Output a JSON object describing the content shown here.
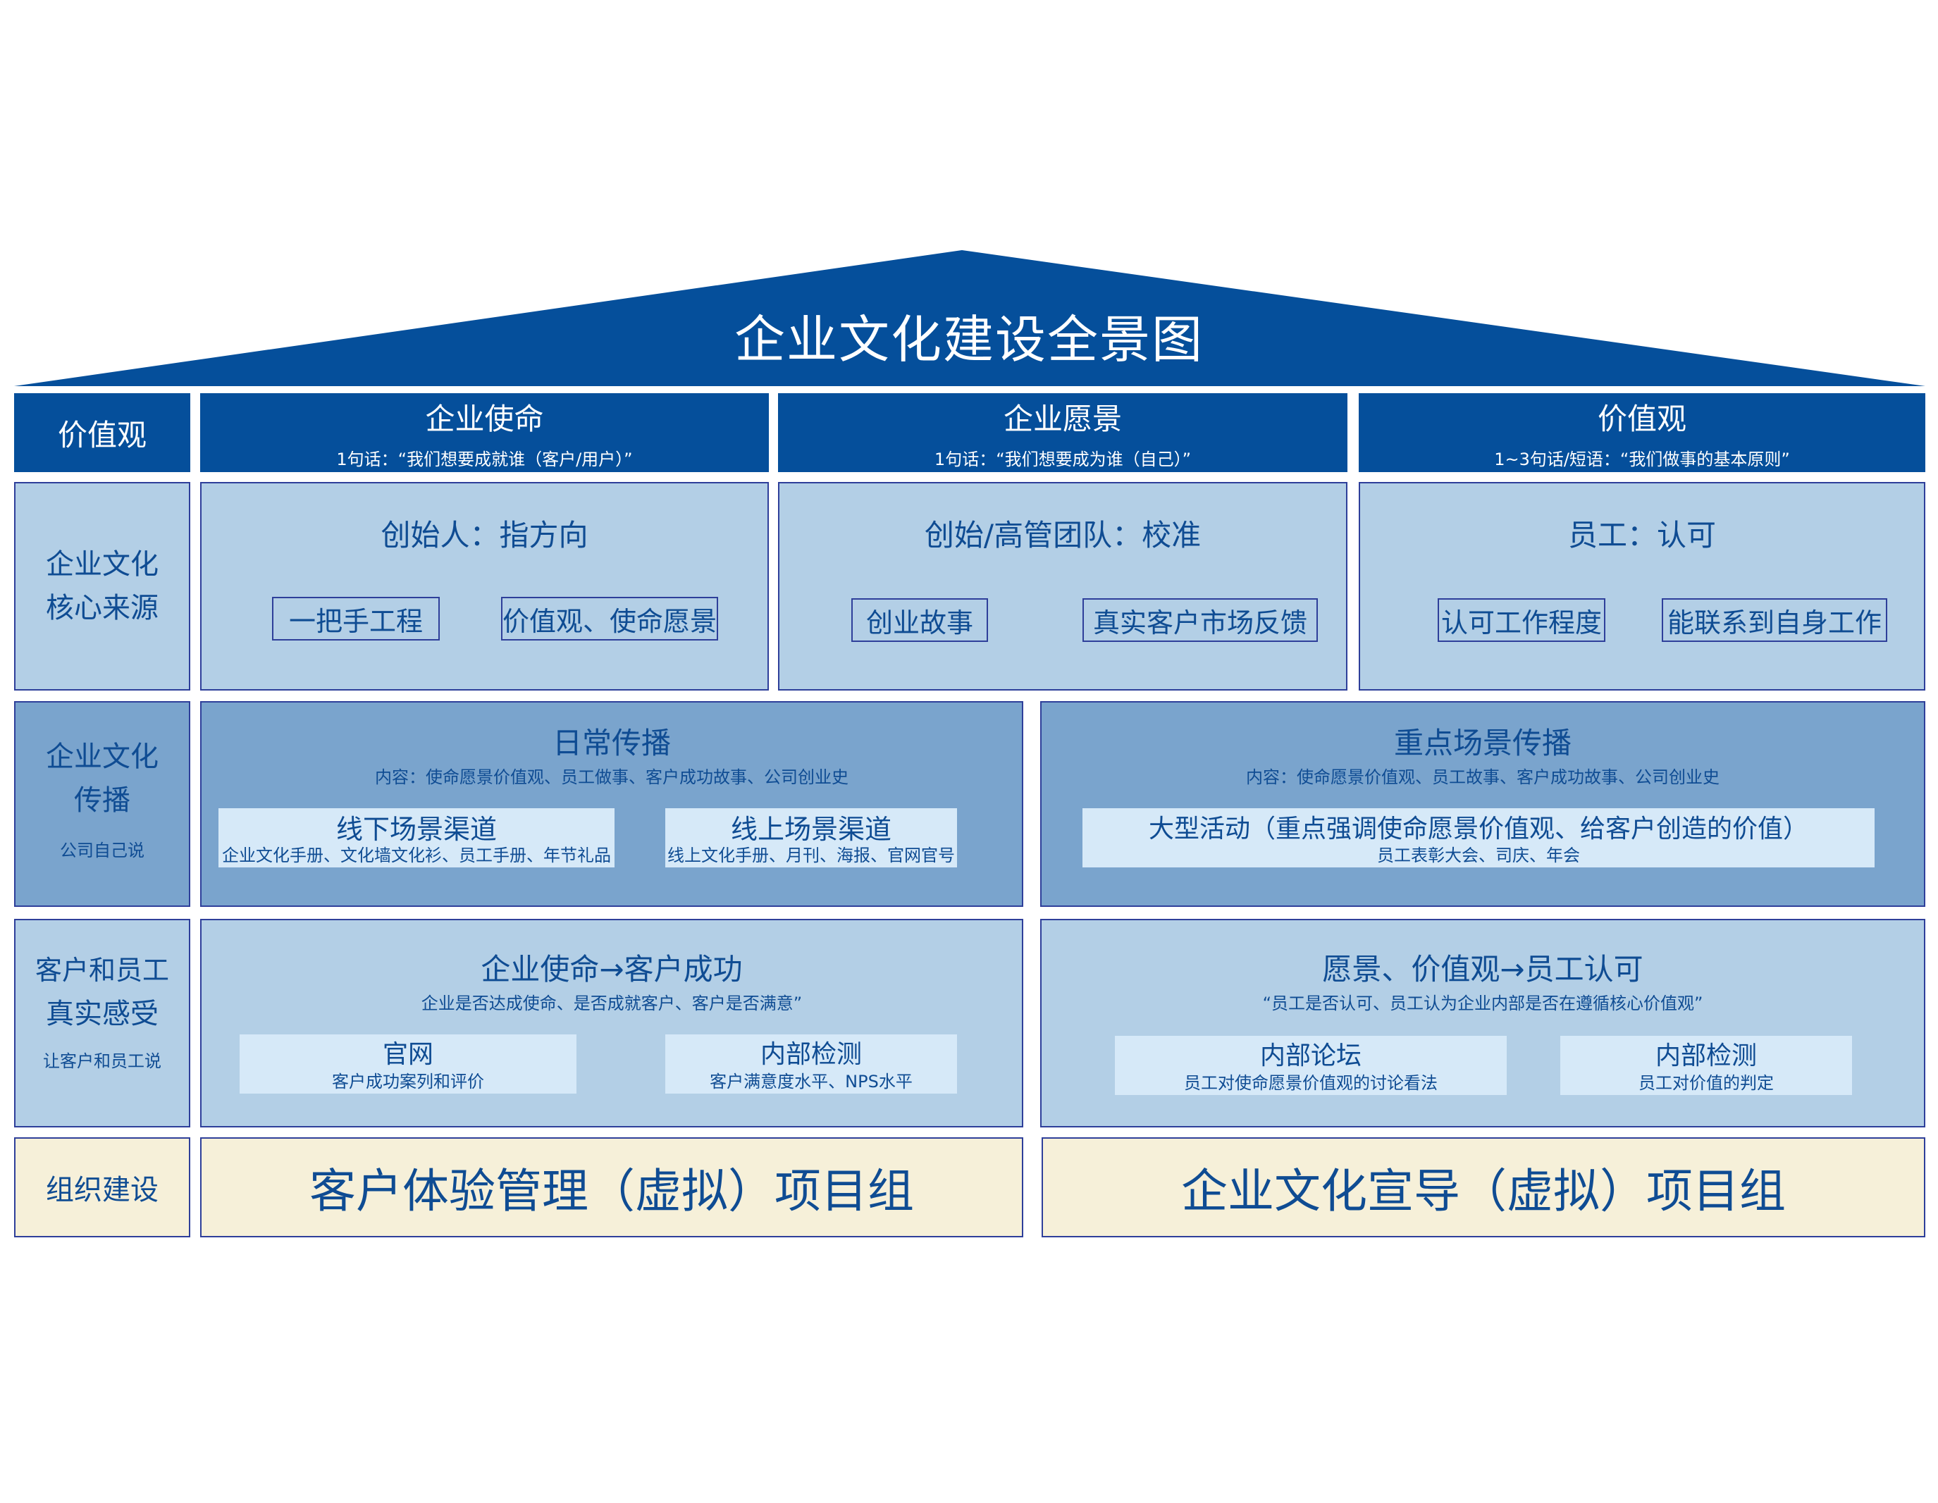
{
  "title": "企业文化建设全景图",
  "rows": {
    "values": {
      "label": "价值观",
      "cells": [
        {
          "title": "企业使命",
          "sub": "1句话：“我们想要成就谁（客户/用户）”"
        },
        {
          "title": "企业愿景",
          "sub": "1句话：“我们想要成为谁（自己）”"
        },
        {
          "title": "价值观",
          "sub": "1~3句话/短语：“我们做事的基本原则”"
        }
      ]
    },
    "sources": {
      "label_line1": "企业文化",
      "label_line2": "核心来源",
      "cells": [
        {
          "title": "创始人：指方向",
          "tags": [
            "一把手工程",
            "价值观、使命愿景"
          ]
        },
        {
          "title": "创始/高管团队：校准",
          "tags": [
            "创业故事",
            "真实客户市场反馈"
          ]
        },
        {
          "title": "员工：认可",
          "tags": [
            "认可工作程度",
            "能联系到自身工作"
          ]
        }
      ]
    },
    "spread": {
      "label_line1": "企业文化",
      "label_line2": "传播",
      "label_note": "公司自己说",
      "cells": [
        {
          "title": "日常传播",
          "sub": "内容：使命愿景价值观、员工做事、客户成功故事、公司创业史",
          "boxes": [
            {
              "title": "线下场景渠道",
              "sub": "企业文化手册、文化墙文化衫、员工手册、年节礼品"
            },
            {
              "title": "线上场景渠道",
              "sub": "线上文化手册、月刊、海报、官网官号"
            }
          ]
        },
        {
          "title": "重点场景传播",
          "sub": "内容：使命愿景价值观、员工故事、客户成功故事、公司创业史",
          "boxes": [
            {
              "title": "大型活动（重点强调使命愿景价值观、给客户创造的价值）",
              "sub": "员工表彰大会、司庆、年会"
            }
          ]
        }
      ]
    },
    "feel": {
      "label_line1": "客户和员工",
      "label_line2": "真实感受",
      "label_note": "让客户和员工说",
      "cells": [
        {
          "title": "企业使命→客户成功",
          "sub": "企业是否达成使命、是否成就客户、客户是否满意”",
          "boxes": [
            {
              "title": "官网",
              "sub": "客户成功案列和评价"
            },
            {
              "title": "内部检测",
              "sub": "客户满意度水平、NPS水平"
            }
          ]
        },
        {
          "title": "愿景、价值观→员工认可",
          "sub": "“员工是否认可、员工认为企业内部是否在遵循核心价值观”",
          "boxes": [
            {
              "title": "内部论坛",
              "sub": "员工对使命愿景价值观的讨论看法"
            },
            {
              "title": "内部检测",
              "sub": "员工对价值的判定"
            }
          ]
        }
      ]
    },
    "org": {
      "label": "组织建设",
      "cells": [
        {
          "title": "客户体验管理（虚拟）项目组"
        },
        {
          "title": "企业文化宣导（虚拟）项目组"
        }
      ]
    }
  },
  "colors": {
    "navy": "#054f9b",
    "light_blue": "#b3cfe6",
    "mid_blue": "#7aa4cd",
    "pale_blue": "#d6e9f8",
    "cream": "#f6f0d9",
    "border": "#2e3f9a",
    "text_blue": "#0f4c93"
  }
}
